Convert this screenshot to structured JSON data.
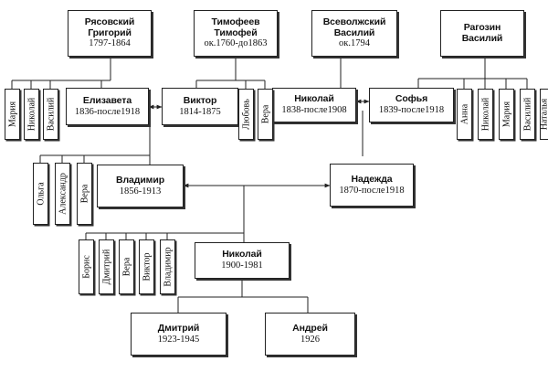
{
  "persons": {
    "ryasovsky": {
      "name1": "Рясовский",
      "name2": "Григорий",
      "dates": "1797-1864"
    },
    "timofeev": {
      "name1": "Тимофеев",
      "name2": "Тимофей",
      "dates": "ок.1760-до1863"
    },
    "vsevolzhsky": {
      "name1": "Всеволжский",
      "name2": "Василий",
      "dates": "ок.1794"
    },
    "ragozin": {
      "name1": "Рагозин",
      "name2": "Василий"
    },
    "elizaveta": {
      "name1": "Елизавета",
      "dates": "1836-после1918"
    },
    "viktor": {
      "name1": "Виктор",
      "dates": "1814-1875"
    },
    "nikolai_v": {
      "name1": "Николай",
      "dates": "1838-после1908"
    },
    "sofya": {
      "name1": "Софья",
      "dates": "1839-после1918"
    },
    "vladimir": {
      "name1": "Владимир",
      "dates": "1856-1913"
    },
    "nadezhda": {
      "name1": "Надежда",
      "dates": "1870-после1918"
    },
    "nikolai": {
      "name1": "Николай",
      "dates": "1900-1981"
    },
    "dmitry": {
      "name1": "Дмитрий",
      "dates": "1923-1945"
    },
    "andrei": {
      "name1": "Андрей",
      "dates": "1926"
    }
  },
  "siblings": {
    "ryasovsky": [
      "Мария",
      "Николай",
      "Василий"
    ],
    "timofeev": [
      "Любовь",
      "Вера"
    ],
    "ragozin": [
      "Анна",
      "Николай",
      "Мария",
      "Василий",
      "Наталья"
    ],
    "elizaveta": [
      "Ольга",
      "Александр",
      "Вера"
    ],
    "nikolai": [
      "Борис",
      "Дмитрий",
      "Вера",
      "Виктор",
      "Владимир"
    ]
  }
}
